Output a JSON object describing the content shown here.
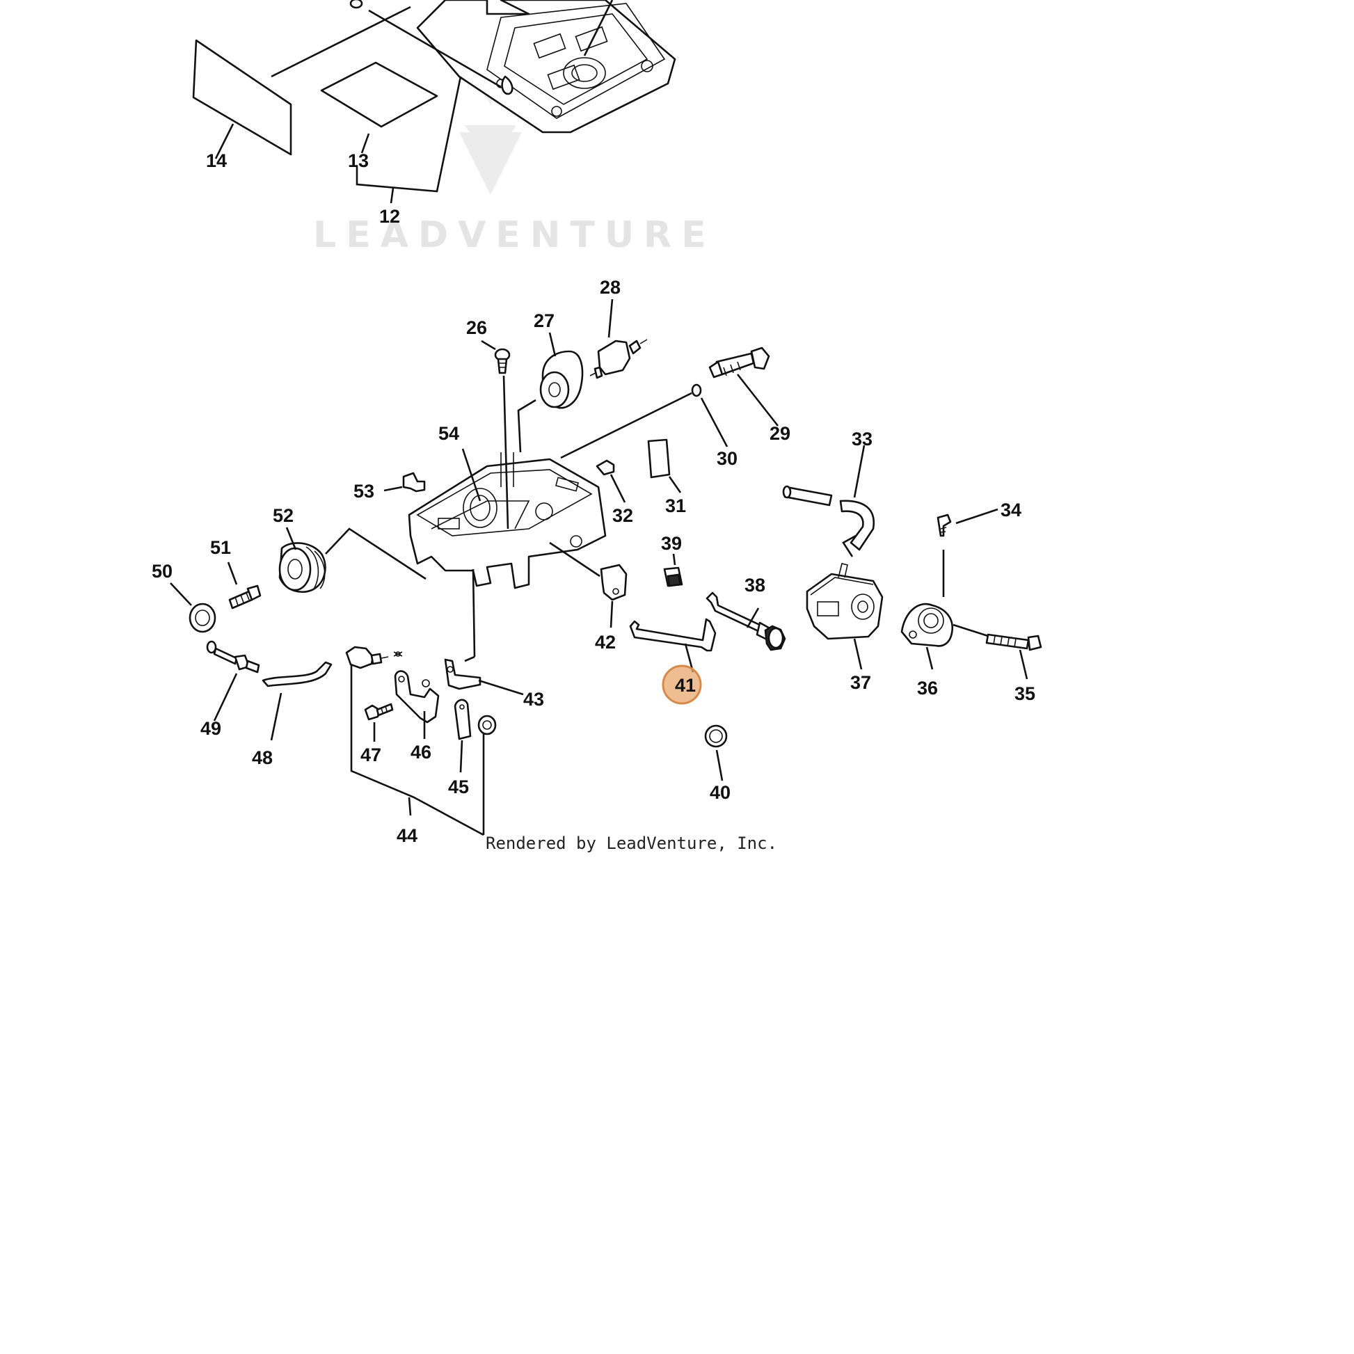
{
  "watermark": {
    "brand": "LEADVENTURE"
  },
  "credit": "Rendered by LeadVenture, Inc.",
  "highlighted_part": "41",
  "colors": {
    "highlight": "#e9a468",
    "line": "#111111",
    "watermark": "#e4e4e4"
  },
  "callouts": {
    "p12": "12",
    "p13": "13",
    "p14": "14",
    "p26": "26",
    "p27": "27",
    "p28": "28",
    "p29": "29",
    "p30": "30",
    "p31": "31",
    "p32": "32",
    "p33": "33",
    "p34": "34",
    "p35": "35",
    "p36": "36",
    "p37": "37",
    "p38": "38",
    "p39": "39",
    "p40": "40",
    "p41": "41",
    "p42": "42",
    "p43": "43",
    "p44": "44",
    "p45": "45",
    "p46": "46",
    "p47": "47",
    "p48": "48",
    "p49": "49",
    "p50": "50",
    "p51": "51",
    "p52": "52",
    "p53": "53",
    "p54": "54"
  }
}
